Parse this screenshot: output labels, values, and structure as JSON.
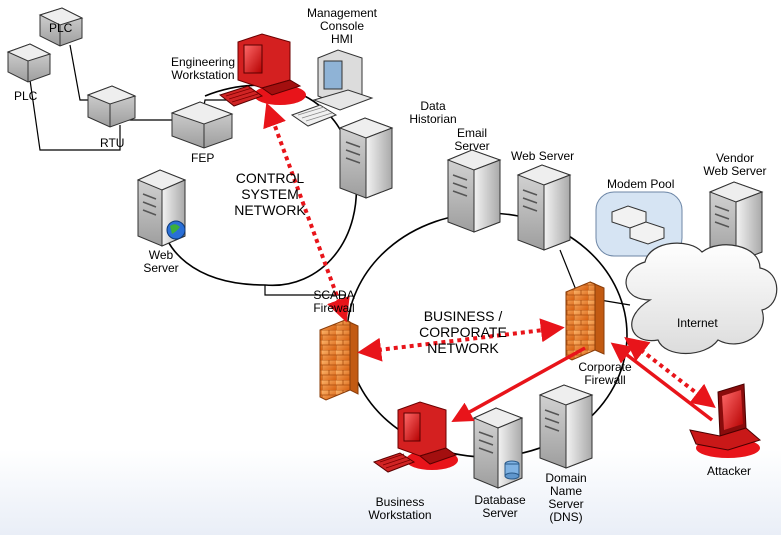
{
  "devices": {
    "plc_top": "PLC",
    "plc_left": "PLC",
    "rtu": "RTU",
    "fep": "FEP",
    "engineering_workstation": "Engineering\nWorkstation",
    "management_console": "Management\nConsole\nHMI",
    "data_historian": "Data\nHistorian",
    "control_web_server": "Web\nServer",
    "scada_firewall": "SCADA\nFirewall",
    "email_server": "Email\nServer",
    "web_server": "Web Server",
    "modem_pool": "Modem Pool",
    "vendor_web_server": "Vendor\nWeb Server",
    "internet": "Internet",
    "corporate_firewall": "Corporate\nFirewall",
    "attacker": "Attacker",
    "business_workstation": "Business\nWorkstation",
    "database_server": "Database\nServer",
    "dns_server": "Domain\nName\nServer\n(DNS)"
  },
  "networks": {
    "control": "CONTROL\nSYSTEM\nNETWORK",
    "business": "BUSINESS /\nCORPORATE\nNETWORK"
  },
  "colors": {
    "attack_path": "#e8141a",
    "firewall": "#e97b22",
    "cloud": "#f2f2f2",
    "modem_pool_bg": "#d6e4f3",
    "server_body": "#c9c9c9"
  }
}
